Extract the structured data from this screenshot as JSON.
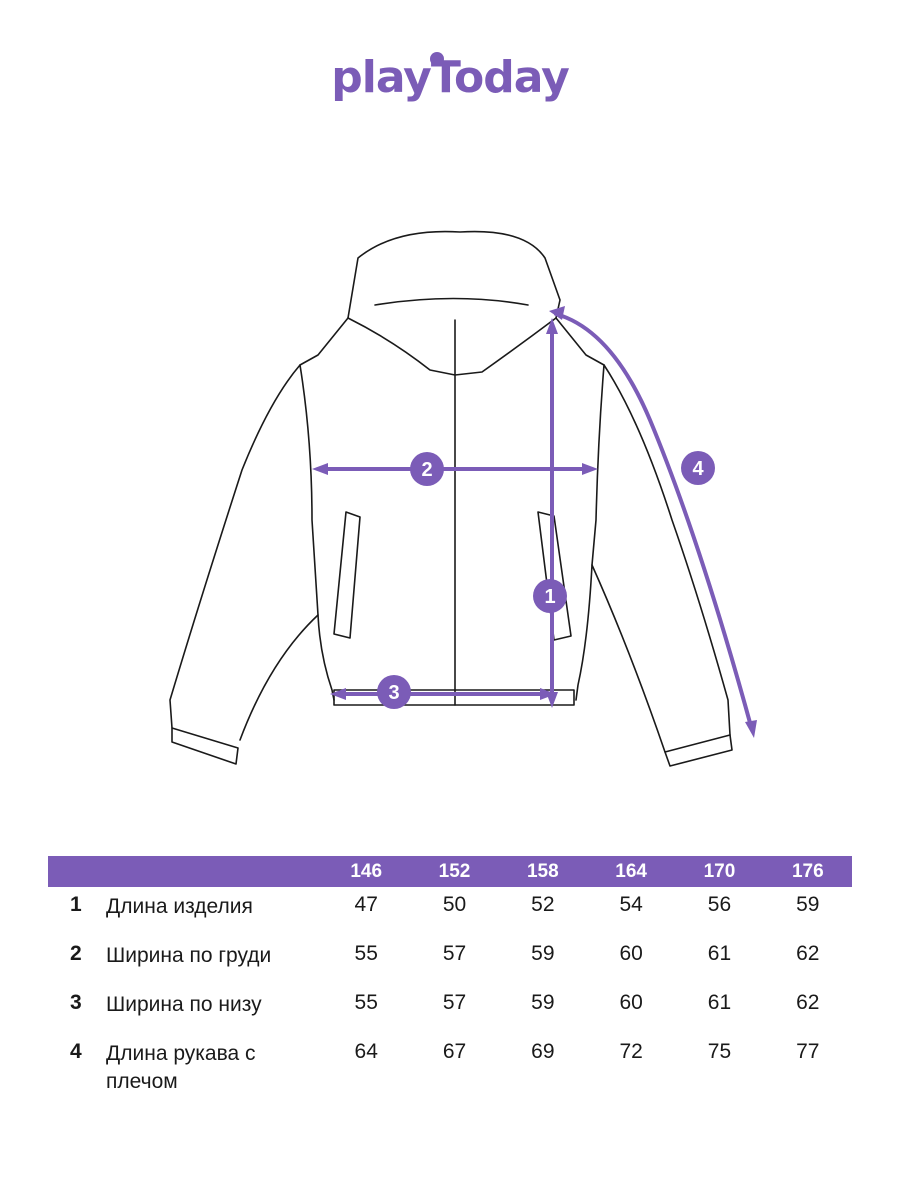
{
  "brand": {
    "name": "playToday",
    "color": "#7b5cb7"
  },
  "diagram": {
    "markers": [
      {
        "id": "1",
        "label": "1"
      },
      {
        "id": "2",
        "label": "2"
      },
      {
        "id": "3",
        "label": "3"
      },
      {
        "id": "4",
        "label": "4"
      }
    ]
  },
  "size_table": {
    "sizes": [
      "146",
      "152",
      "158",
      "164",
      "170",
      "176"
    ],
    "rows": [
      {
        "num": "1",
        "name": "Длина изделия",
        "values": [
          "47",
          "50",
          "52",
          "54",
          "56",
          "59"
        ]
      },
      {
        "num": "2",
        "name": "Ширина по груди",
        "values": [
          "55",
          "57",
          "59",
          "60",
          "61",
          "62"
        ]
      },
      {
        "num": "3",
        "name": "Ширина по низу",
        "values": [
          "55",
          "57",
          "59",
          "60",
          "61",
          "62"
        ]
      },
      {
        "num": "4",
        "name": "Длина рукава с плечом",
        "values": [
          "64",
          "67",
          "69",
          "72",
          "75",
          "77"
        ]
      }
    ]
  }
}
